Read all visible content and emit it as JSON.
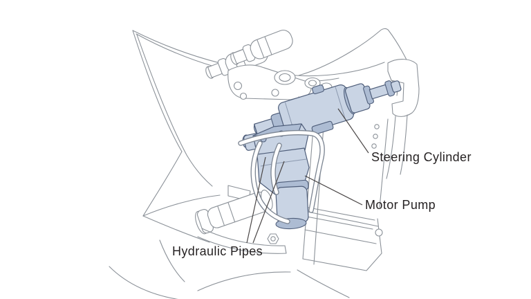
{
  "diagram": {
    "type": "technical-illustration",
    "subject_labels": {
      "steering_cylinder": "Steering Cylinder",
      "motor_pump": "Motor Pump",
      "hydraulic_pipes": "Hydraulic Pipes"
    },
    "colors": {
      "background": "#ffffff",
      "line": "#8b9198",
      "highlight_fill": "#c9d4e4",
      "highlight_shade": "#adbcd3",
      "highlight_outline": "#4e5d79",
      "pipe_outline": "#7d8693",
      "leader": "#4a4646",
      "text": "#262223"
    }
  }
}
